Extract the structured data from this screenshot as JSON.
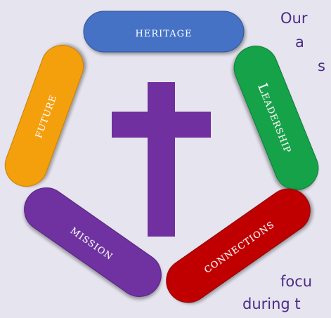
{
  "segments": [
    {
      "key": "heritage",
      "label": "heritage",
      "color": "#4472c4"
    },
    {
      "key": "leadership",
      "label": "Leadership",
      "color": "#13a24a"
    },
    {
      "key": "connections",
      "label": "connections",
      "color": "#c00000"
    },
    {
      "key": "mission",
      "label": "mission",
      "color": "#7030a0"
    },
    {
      "key": "future",
      "label": "future",
      "color": "#f4a00a"
    }
  ],
  "cross": {
    "color": "#7030a0"
  },
  "side_text": [
    "Our",
    "a",
    "s",
    "focu",
    "during t"
  ]
}
